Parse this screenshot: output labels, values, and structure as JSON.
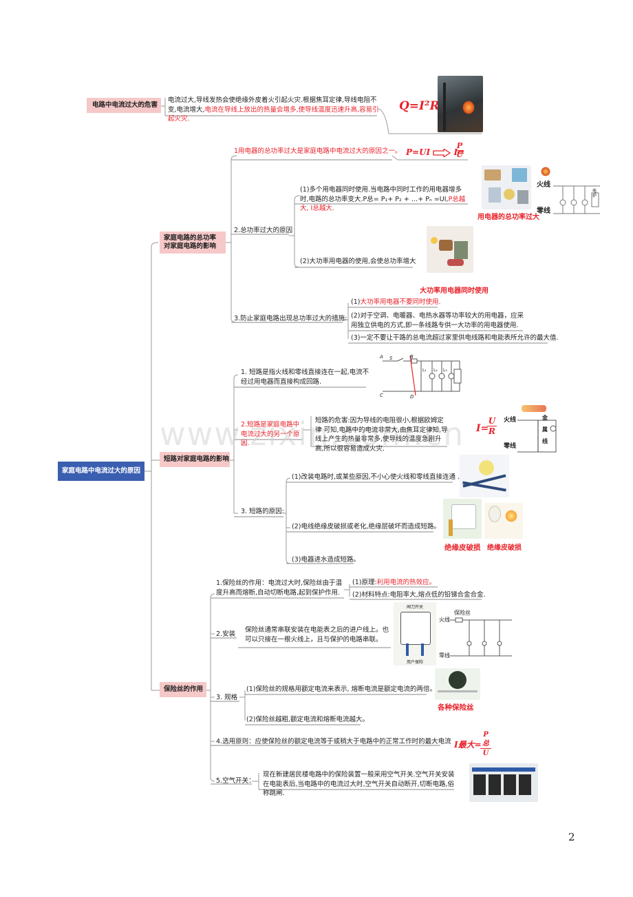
{
  "watermark": "www.zixin.com.cn",
  "page_number": "2",
  "root": {
    "label": "家庭电路中电流过大的原因"
  },
  "danger": {
    "label": "电路中电流过大的危害",
    "text_a": "电流过大,导线发热会使绝缘外皮着火引起火灾.根据焦耳定律,导线电阻不变,电流增大,",
    "text_b": "电流在导线上放出的热量会增多,使导线温度迅速升高,容易引起火灾.",
    "formula": "Q=I²Rt"
  },
  "power": {
    "label": "家庭电路的总功率对家庭电路的影响",
    "item1": "1用电器的总功率过大是家庭电路中电流过大的原因之一。",
    "formula_left": "P=UI",
    "formula_I": "I=",
    "formula_num": "P",
    "formula_den": "U",
    "item2": "2.总功率过大的原因",
    "item2_1a": "(1)多个用电器同时使用.当电路中同时工作的用电器增多时,电路的总功率变大.P总= P₁+ P₂ + …+ Pₙ =UI,",
    "item2_1b": "P总越大, I总越大.",
    "caption1": "用电器的总功率过大",
    "item2_2": "(2)大功率用电器的使用,会使总功率增大",
    "caption2": "大功率用电器同时使用",
    "item3": "3.防止家庭电路出现总功率过大的措施:",
    "item3_1a": "(1)",
    "item3_1b": "大功率用电器不要同时使用.",
    "item3_2": "(2)对于空调、电暖器、电热水器等功率较大的用电器，应采用独立供电的方式,即一条线路专供一大功率的用电器使用.",
    "item3_3": "(3)一定不要让干路的总电流超过家里供电线路和电能表所允许的最大值."
  },
  "short": {
    "label": "短路对家庭电路的影响",
    "item1": "1. 短路是指火线和零线直接连在一起,电流不经过用电器而直接构成回路.",
    "item2": "2.短路是家庭电路中电流过大的另一个原因.",
    "item2_detail": "短路的危害:因为导线的电阻很小,根据欧姆定律 可知,电路中的电流非常大,由焦耳定律知,导线上产生的热量非常多,使导线的温度急剧升高,所以很容易造成火灾.",
    "formula_I": "I=",
    "formula_num": "U",
    "formula_den": "R",
    "huoxian": "火线",
    "lingxian": "零线",
    "jinshuxian": [
      "金",
      "属",
      "线"
    ],
    "item3": "3. 短路的原因:",
    "item3_1": "(1)改装电路时,或某些原因,不小心使火线和零线直接连通 .",
    "item3_2": "(2)电线绝缘皮破损或老化,绝缘层破坏而造成短路。",
    "caption_a": "绝缘皮破损",
    "caption_b": "绝缘皮破损",
    "item3_3": "(3)电器进水造成短路。"
  },
  "fuse": {
    "label": "保险丝的作用",
    "item1": "1.保险丝的作用：电流过大时,保险丝由于温度升高而熔断,自动切断电路,起到保护作用.",
    "item1_1a": "(1)原理:",
    "item1_1b": "利用电流的热效应。",
    "item1_2": "(2)材料特点:电阻率大,熔点低的铅锑合金合金.",
    "item2": "2.安装",
    "item2_detail": "保险丝通常串联安装在电能表之后的进户线上。也可以只接在一根火线上，且与保护的电路串联。",
    "diagram_top": "闸刀开关",
    "diagram_bottom": "用户保险",
    "fuse_label": "保险丝",
    "huoxian": "火线",
    "lingxian": "零线",
    "item3": "3. 规格",
    "item3_1": "(1)保险丝的规格用额定电流来表示, 熔断电流是额定电流的两倍。",
    "caption": "各种保险丝",
    "item3_2": "(2)保险丝越粗,额定电流和熔断电流越大。",
    "item4": "4.选用原则：应使保险丝的额定电流等于或稍大于电路中的正常工作时的最大电流",
    "formula_I": "I最大=",
    "formula_num": "P总",
    "formula_den": "U",
    "item5": "5.空气开关：",
    "item5_detail": "现在新建居民楼电路中的保险装置一般采用空气开关.空气开关安装在电能表后,当电路中的电流过大时,空气开关自动断开,切断电路,俗称跳闸."
  },
  "circuit": {
    "labels": [
      "A",
      "S",
      "B",
      "C",
      "D"
    ],
    "lamps": [
      "L₁",
      "L₂",
      "L₃"
    ],
    "huoxian": "火线",
    "lingxian": "零线",
    "appliance": "电炉"
  }
}
